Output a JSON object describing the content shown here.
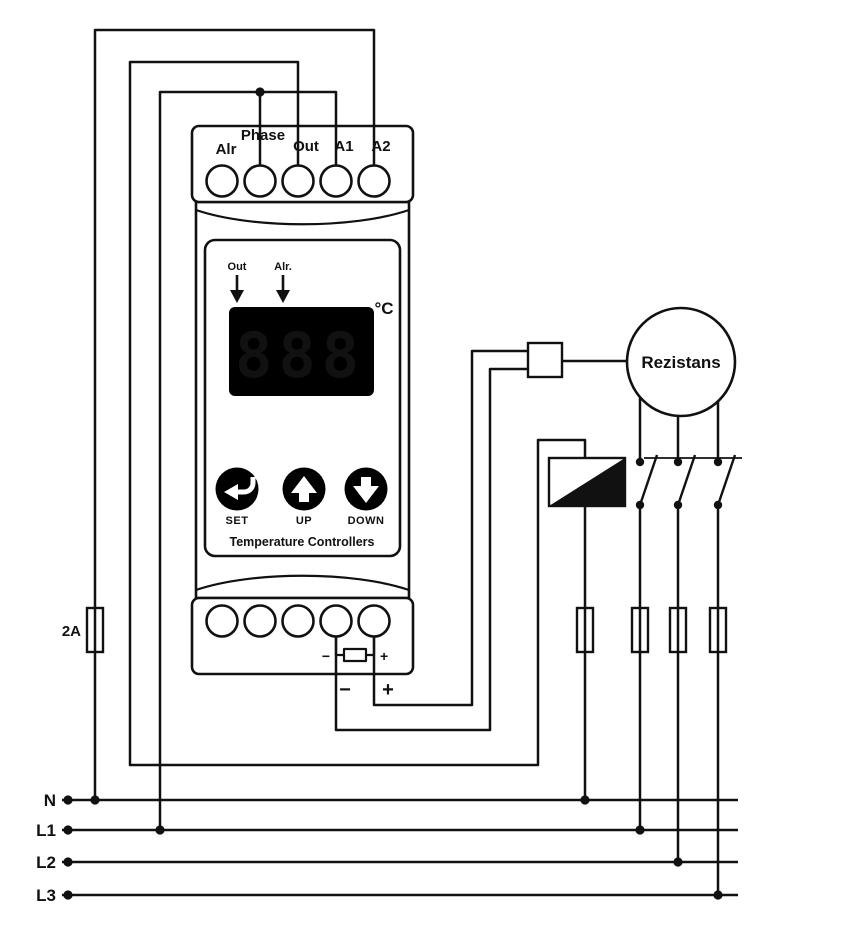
{
  "device": {
    "top_terminals": {
      "group_label": "Phase",
      "t1": "Alr",
      "t3": "Out",
      "t4": "A1",
      "t5": "A2"
    },
    "indicators": {
      "out": "Out",
      "alarm": "Alr."
    },
    "display": {
      "value": "888",
      "unit": "°C"
    },
    "buttons": {
      "set": "SET",
      "up": "UP",
      "down": "DOWN"
    },
    "caption": "Temperature Controllers",
    "sensor_input": {
      "minus": "−",
      "plus": "+"
    }
  },
  "wiring": {
    "fuse_rating": "2A",
    "sensor_minus": "−",
    "sensor_plus": "+",
    "load_label": "Rezistans"
  },
  "power_lines": {
    "neutral": "N",
    "l1": "L1",
    "l2": "L2",
    "l3": "L3"
  },
  "icons": {
    "set_button": "return-arrow",
    "up_button": "up-arrow",
    "down_button": "down-arrow",
    "out_indicator": "down-arrow",
    "alarm_indicator": "down-arrow"
  },
  "colors": {
    "stroke": "#111111",
    "display_background": "#000000",
    "display_digits": "#ffffff",
    "background": "#ffffff"
  }
}
